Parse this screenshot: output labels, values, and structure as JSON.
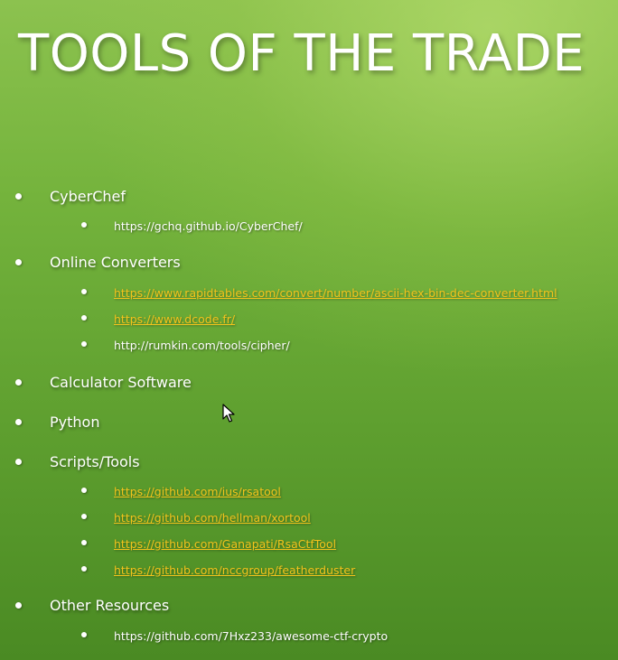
{
  "slide": {
    "title": "TOOLS OF THE TRADE",
    "sections": [
      {
        "label": "CyberChef",
        "items": [
          {
            "text": "https://gchq.github.io/CyberChef/",
            "link": false
          }
        ]
      },
      {
        "label": "Online Converters",
        "items": [
          {
            "text": "https://www.rapidtables.com/convert/number/ascii-hex-bin-dec-converter.html",
            "link": true
          },
          {
            "text": "https://www.dcode.fr/",
            "link": true
          },
          {
            "text": "http://rumkin.com/tools/cipher/",
            "link": false
          }
        ]
      },
      {
        "label": "Calculator Software",
        "items": []
      },
      {
        "label": "Python",
        "items": []
      },
      {
        "label": "Scripts/Tools",
        "items": [
          {
            "text": "https://github.com/ius/rsatool",
            "link": true
          },
          {
            "text": "https://github.com/hellman/xortool",
            "link": true
          },
          {
            "text": "https://github.com/Ganapati/RsaCtfTool",
            "link": true
          },
          {
            "text": "https://github.com/nccgroup/featherduster",
            "link": true
          }
        ]
      },
      {
        "label": "Other Resources",
        "items": [
          {
            "text": "https://github.com/7Hxz233/awesome-ctf-crypto",
            "link": false
          }
        ]
      }
    ]
  },
  "colors": {
    "background": "#6fae38",
    "text": "#ffffff",
    "link": "#f2c31c"
  },
  "icons": {
    "cursor": "mouse-pointer-icon"
  }
}
